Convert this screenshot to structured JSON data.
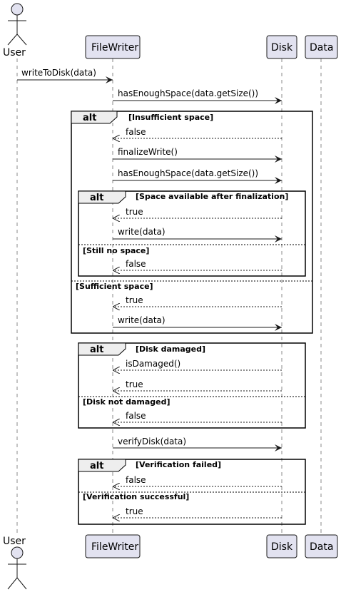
{
  "participants": {
    "user": "User",
    "filewriter": "FileWriter",
    "disk": "Disk",
    "data": "Data"
  },
  "messages": [
    "writeToDisk(data)",
    "hasEnoughSpace(data.getSize())",
    "false",
    "finalizeWrite()",
    "hasEnoughSpace(data.getSize())",
    "true",
    "write(data)",
    "false",
    "true",
    "write(data)",
    "isDamaged()",
    "true",
    "false",
    "verifyDisk(data)",
    "false",
    "true"
  ],
  "fragments": {
    "keyword": "alt",
    "guards": [
      "[Insufficient space]",
      "[Space available after finalization]",
      "[Still no space]",
      "[Sufficient space]",
      "[Disk damaged]",
      "[Disk not damaged]",
      "[Verification failed]",
      "[Verification successful]"
    ]
  },
  "colors": {
    "participant_fill": "#e2e2f0",
    "participant_border": "#181818",
    "lifeline": "#888888",
    "arrow": "#181818",
    "frame_header_fill": "#eeeeee"
  }
}
